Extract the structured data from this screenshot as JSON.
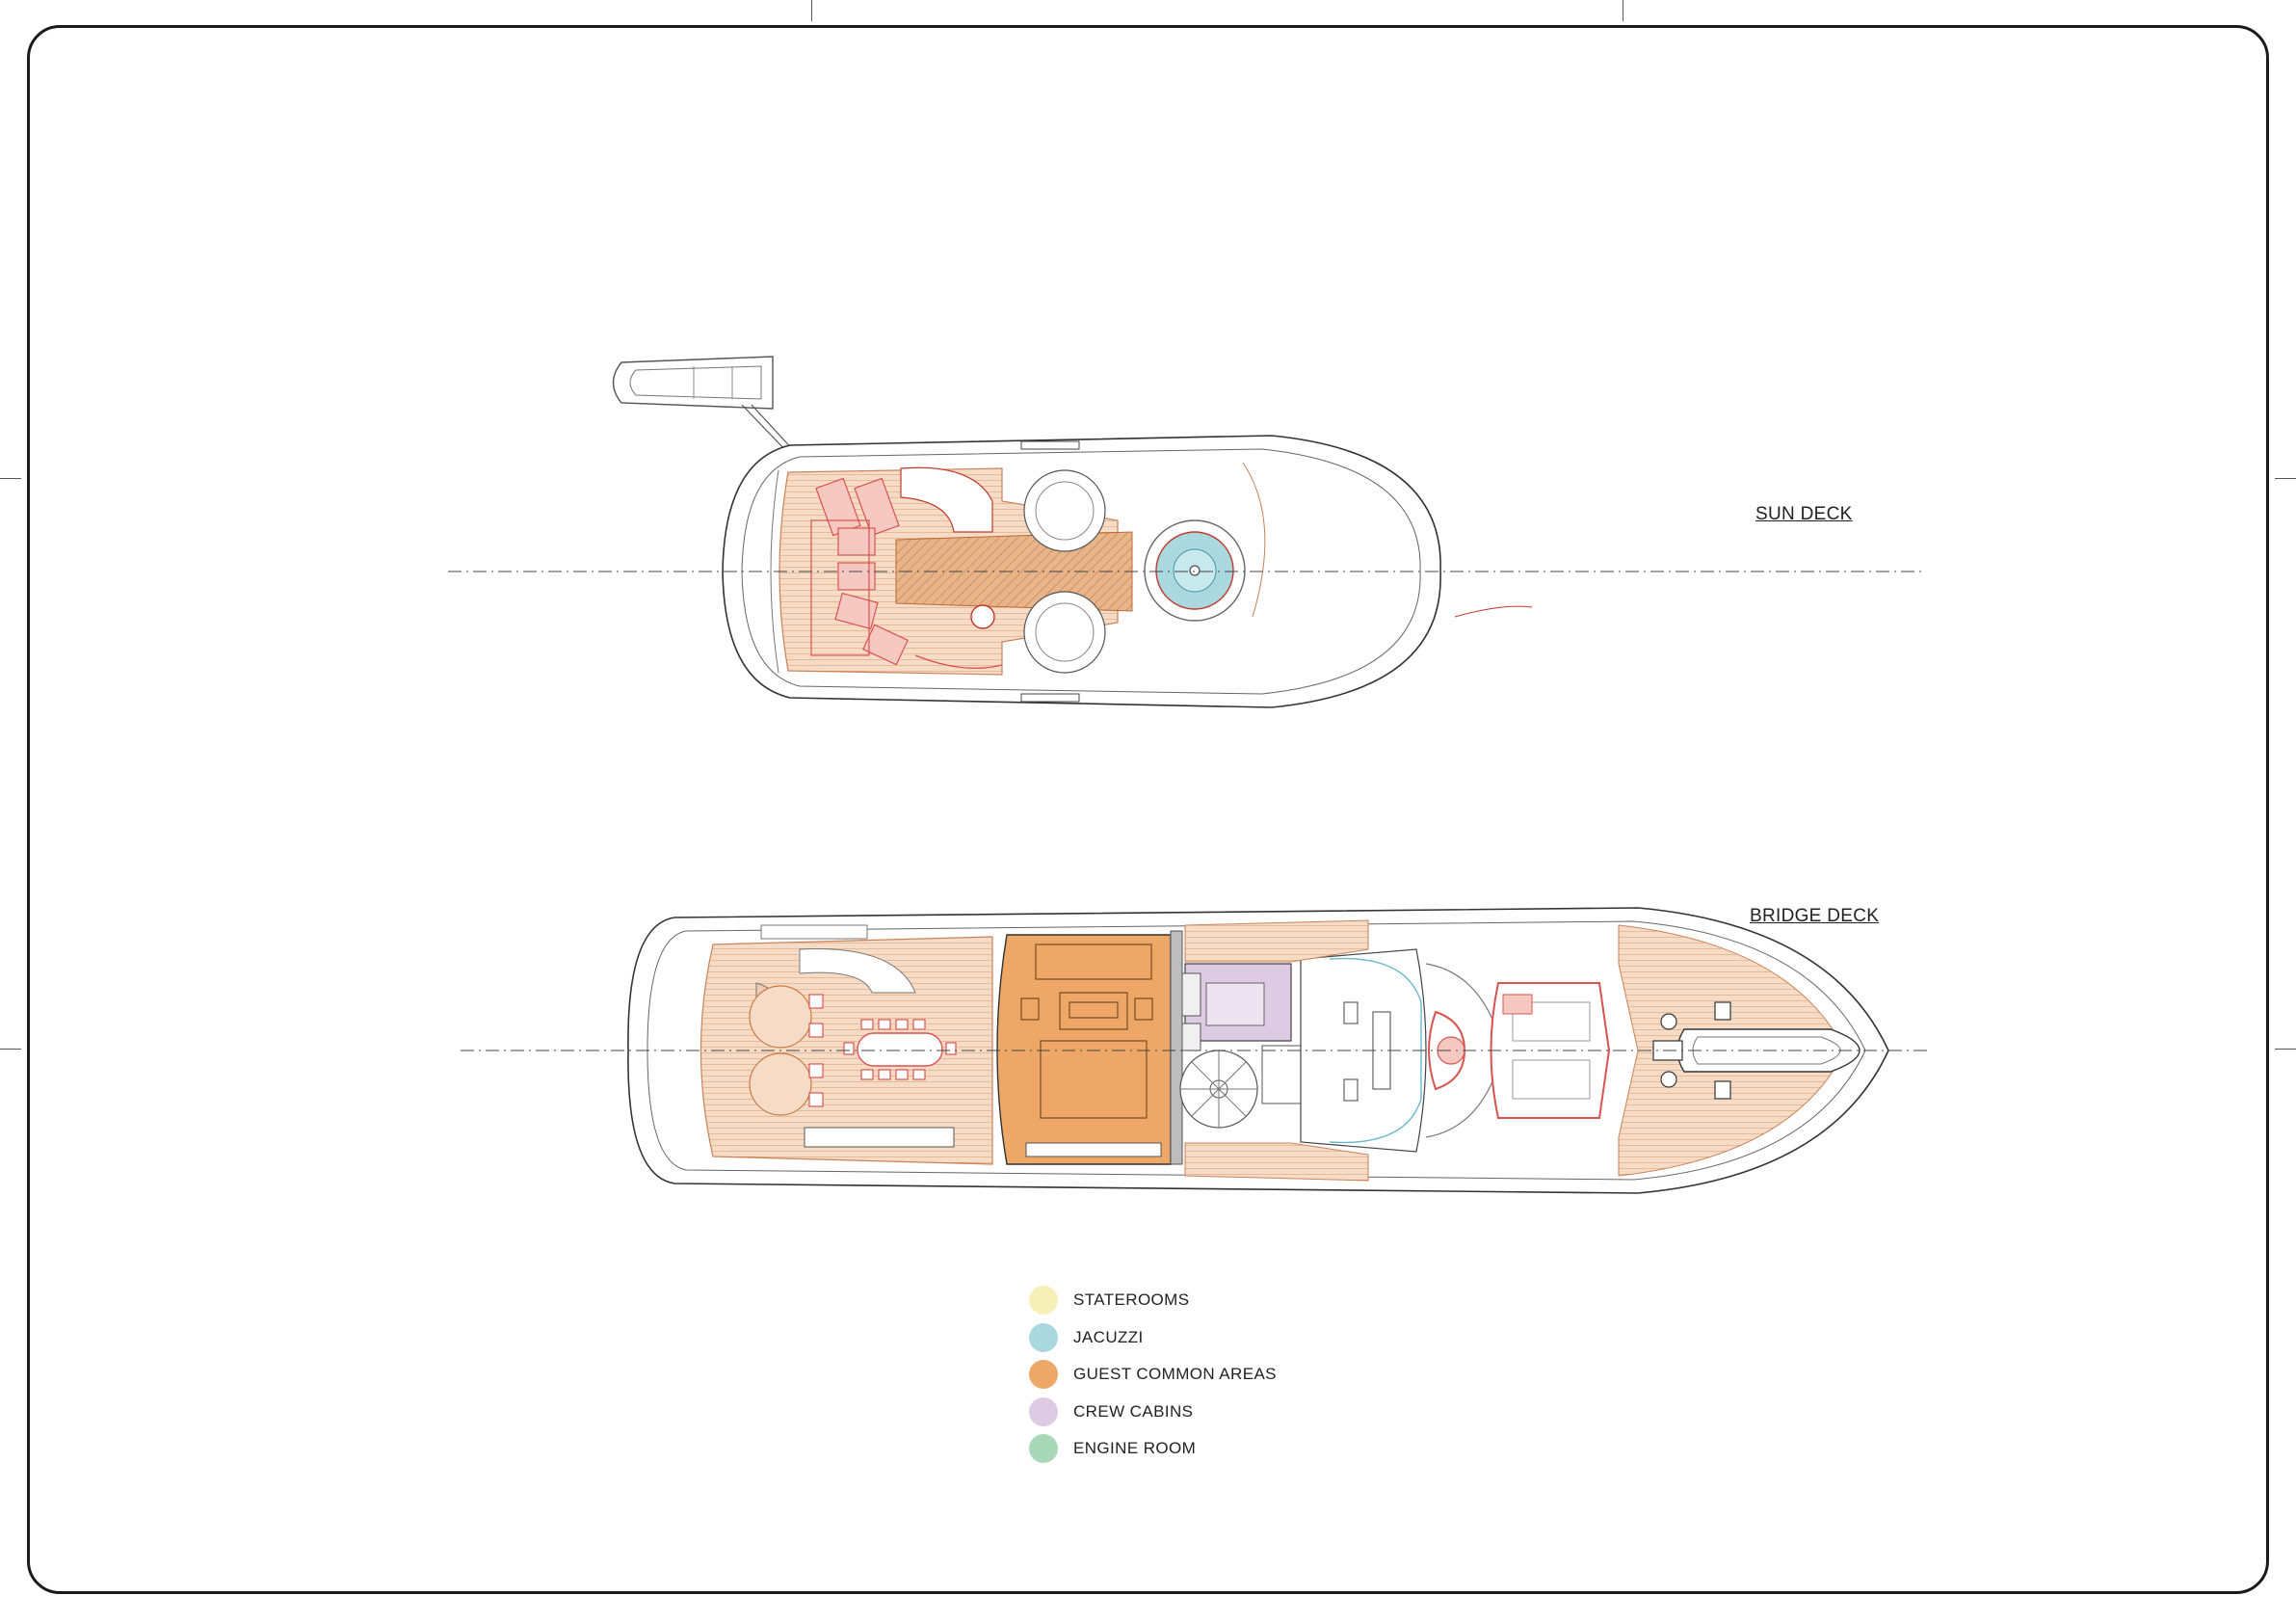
{
  "decks": {
    "sun": {
      "label": "SUN DECK"
    },
    "bridge": {
      "label": "BRIDGE DECK"
    }
  },
  "legend": [
    {
      "label": "STATEROOMS",
      "color": "#f7efb8",
      "icon": "circle-swatch"
    },
    {
      "label": "JACUZZI",
      "color": "#a9d8df",
      "icon": "circle-swatch"
    },
    {
      "label": "GUEST COMMON AREAS",
      "color": "#eda867",
      "icon": "circle-swatch"
    },
    {
      "label": "CREW CABINS",
      "color": "#dccbe2",
      "icon": "circle-swatch"
    },
    {
      "label": "ENGINE ROOM",
      "color": "#a9d8b8",
      "icon": "circle-swatch"
    }
  ],
  "colors": {
    "line": "#444444",
    "teak": "#e9b48c",
    "red_furniture": "#d9534f",
    "common_area": "#eda867",
    "crew_area": "#dccbe2",
    "jacuzzi": "#a9d8df"
  }
}
